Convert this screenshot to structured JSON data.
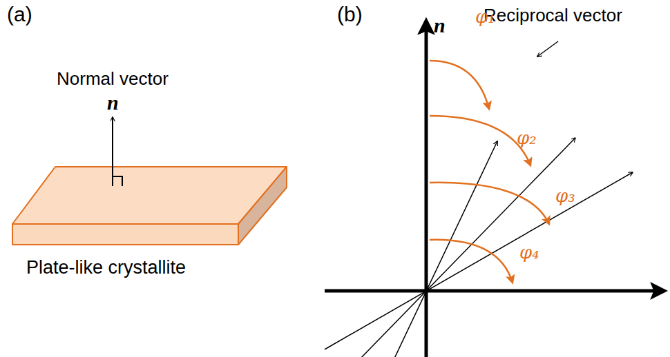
{
  "diagram": {
    "labels": [
      "(a)",
      "Normal vector",
      "n",
      "Plate-like crystallite",
      "(b)",
      "n",
      "Reciprocal vector",
      "φ₁",
      "φ₂",
      "φ₃",
      "φ₄"
    ]
  }
}
